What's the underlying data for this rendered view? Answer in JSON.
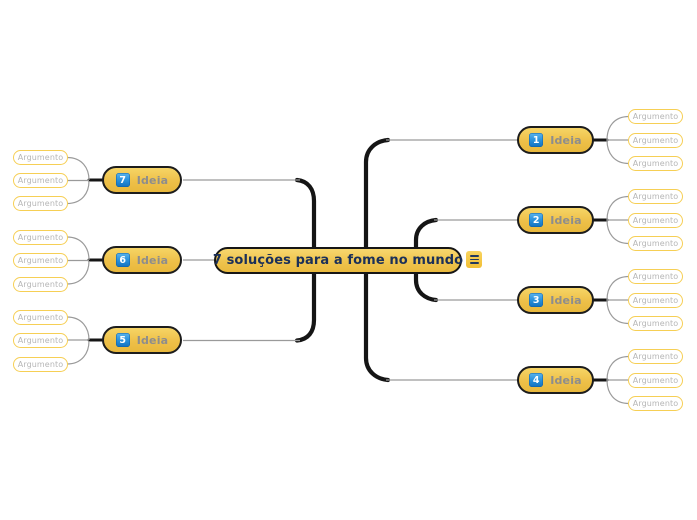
{
  "app": {
    "kind": "mind-map-canvas"
  },
  "central_topic": {
    "label": "7 soluções para a fome no mundo",
    "notes_icon": "hamburger-lines"
  },
  "branches": [
    {
      "badge": "1",
      "label": "Ideia",
      "side": "right",
      "arguments": [
        "Argumento",
        "Argumento",
        "Argumento"
      ]
    },
    {
      "badge": "2",
      "label": "Ideia",
      "side": "right",
      "arguments": [
        "Argumento",
        "Argumento",
        "Argumento"
      ]
    },
    {
      "badge": "3",
      "label": "Ideia",
      "side": "right",
      "arguments": [
        "Argumento",
        "Argumento",
        "Argumento"
      ]
    },
    {
      "badge": "4",
      "label": "Ideia",
      "side": "right",
      "arguments": [
        "Argumento",
        "Argumento",
        "Argumento"
      ]
    },
    {
      "badge": "5",
      "label": "Ideia",
      "side": "left",
      "arguments": [
        "Argumento",
        "Argumento",
        "Argumento"
      ]
    },
    {
      "badge": "6",
      "label": "Ideia",
      "side": "left",
      "arguments": [
        "Argumento",
        "Argumento",
        "Argumento"
      ]
    },
    {
      "badge": "7",
      "label": "Ideia",
      "side": "left",
      "arguments": [
        "Argumento",
        "Argumento",
        "Argumento"
      ]
    }
  ],
  "colors": {
    "topic_fill_top": "#f6d566",
    "topic_fill_bottom": "#e8b83c",
    "topic_border": "#1c1c1c",
    "badge_blue": "#2a92dc",
    "idea_text": "#8d8d8d",
    "argument_border": "#f6cf55",
    "argument_text": "#b6b6b6",
    "central_text": "#1b3059",
    "branch_line": "#151515",
    "sub_line": "#9a9a9a",
    "background": "#ffffff"
  }
}
